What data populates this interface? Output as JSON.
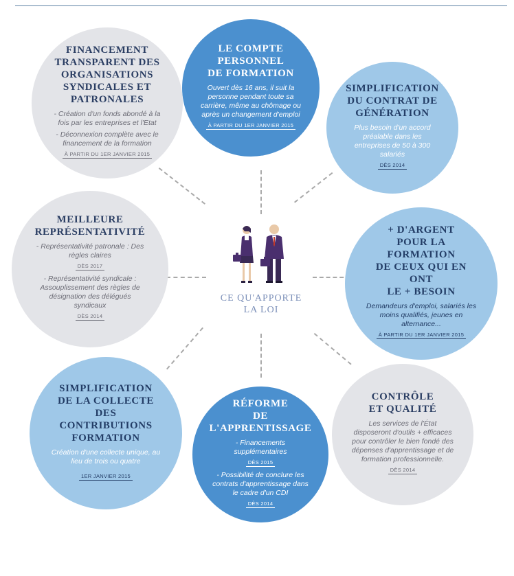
{
  "center": {
    "label_line1": "CE QU'APPORTE",
    "label_line2": "LA LOI"
  },
  "bubbles": {
    "compte": {
      "title": [
        "LE COMPTE",
        "PERSONNEL",
        "DE FORMATION"
      ],
      "text": "Ouvert dès 16 ans, il suit la personne pendant toute sa carrière, même au chômage ou après un changement d'emploi",
      "date": "À partir du 1er janvier 2015"
    },
    "contrat": {
      "title": [
        "SIMPLIFICATION",
        "DU CONTRAT DE",
        "GÉNÉRATION"
      ],
      "text": "Plus besoin d'un accord préalable dans les entreprises de 50 à 300 salariés",
      "date": "Dès 2014"
    },
    "argent": {
      "title": [
        "+ D'ARGENT",
        "POUR LA FORMATION",
        "DE CEUX QUI EN ONT",
        "LE + BESOIN"
      ],
      "text": "Demandeurs d'emploi, salariés les moins qualifiés, jeunes en alternance...",
      "date": "À partir du 1er janvier 2015"
    },
    "controle": {
      "title": [
        "CONTRÔLE",
        "ET QUALITÉ"
      ],
      "text": "Les services de l'État disposeront d'outils + efficaces pour contrôler le bien fondé des dépenses d'apprentissage et de formation professionnelle.",
      "date": "Dès 2014"
    },
    "apprentissage": {
      "title": [
        "RÉFORME",
        "DE L'APPRENTISSAGE"
      ],
      "text1": "- Financements supplémentaires",
      "date1": "Dès 2015",
      "text2": "- Possibilité de conclure les contrats d'apprentissage dans le cadre d'un CDI",
      "date2": "Dès 2014"
    },
    "collecte": {
      "title": [
        "SIMPLIFICATION",
        "DE LA COLLECTE DES",
        "CONTRIBUTIONS",
        "FORMATION"
      ],
      "text": "Création d'une collecte unique, au lieu de trois ou quatre",
      "date": "1er janvier 2015"
    },
    "representativite": {
      "title": [
        "MEILLEURE",
        "REPRÉSENTATIVITÉ"
      ],
      "text1": "- Représentativité patronale : Des règles claires",
      "date1": "Dès 2017",
      "text2": "- Représentativité syndicale : Assouplissement des règles de désignation des délégués syndicaux",
      "date2": "Dès 2014"
    },
    "financement": {
      "title": [
        "FINANCEMENT",
        "TRANSPARENT DES",
        "ORGANISATIONS",
        "SYNDICALES ET",
        "PATRONALES"
      ],
      "text1": "- Création d'un fonds abondé à la fois par les entreprises et l'Etat",
      "text2": "- Déconnexion complète avec le financement de la formation",
      "date": "À partir du 1er janvier 2015"
    }
  },
  "colors": {
    "blue_dark": "#4b90cf",
    "blue_light": "#9fc8e8",
    "gray": "#e3e4e8",
    "navy": "#2b3e63",
    "purple_figure": "#4a2f6e"
  }
}
